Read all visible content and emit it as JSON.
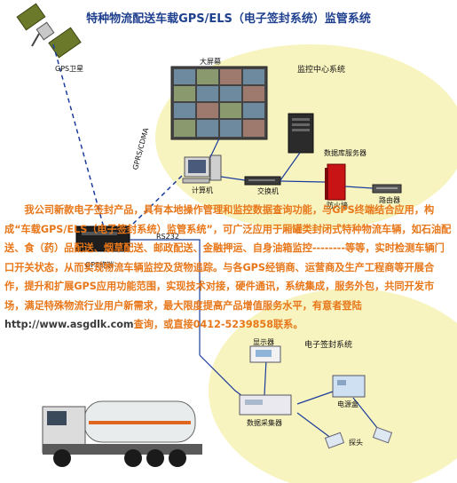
{
  "title": "特种物流配送车载GPS/ELS（电子签封系统）监管系统",
  "labels": {
    "gps_satellite": "GPS卫星",
    "big_screen": "大屏幕",
    "monitor_center": "监控中心系统",
    "db_server": "数据库服务器",
    "computer": "计算机",
    "switch": "交换机",
    "firewall": "防火墙",
    "router": "路由器",
    "gprs_cdma": "GPRS/CDMA",
    "gps_terminal": "GPS终端",
    "rs232": "RS232",
    "display": "显示器",
    "els_system": "电子签封系统",
    "power_box": "电源盒",
    "data_collector": "数据采集器",
    "probe": "探头"
  },
  "paragraph": {
    "text_before_link": "我公司新款电子签封产品，具有本地操作管理和监控数据查询功能，与GPS终端结合应用，构成“车载GPS/ELS（电子签封系统）监管系统”，可广泛应用于厢罐类封闭式特种物流车辆，如石油配送、食（药）品配送、烟草配送、邮政配送、金融押运、自身油箱监控--------等等，实时检测车辆门口开关状态，从而实现物流车辆监控及货物追踪。与各GPS经销商、运营商及生产工程商等开展合作，提升和扩展GPS应用功能范围，实现技术对接，硬件通讯，系统集成，服务外包，共同开发市场，满足特殊物流行业用户新需求，最大限度提高产品增值服务水平，有意者登陆",
    "link": "http://www.asgdlk.com",
    "text_after_link": "查询，或直接0412-5239858联系。"
  },
  "colors": {
    "title": "#1f3f8f",
    "paragraph": "#e8771a",
    "zone_fill": "#f8f4bf",
    "link_line": "#1c3c9c"
  }
}
